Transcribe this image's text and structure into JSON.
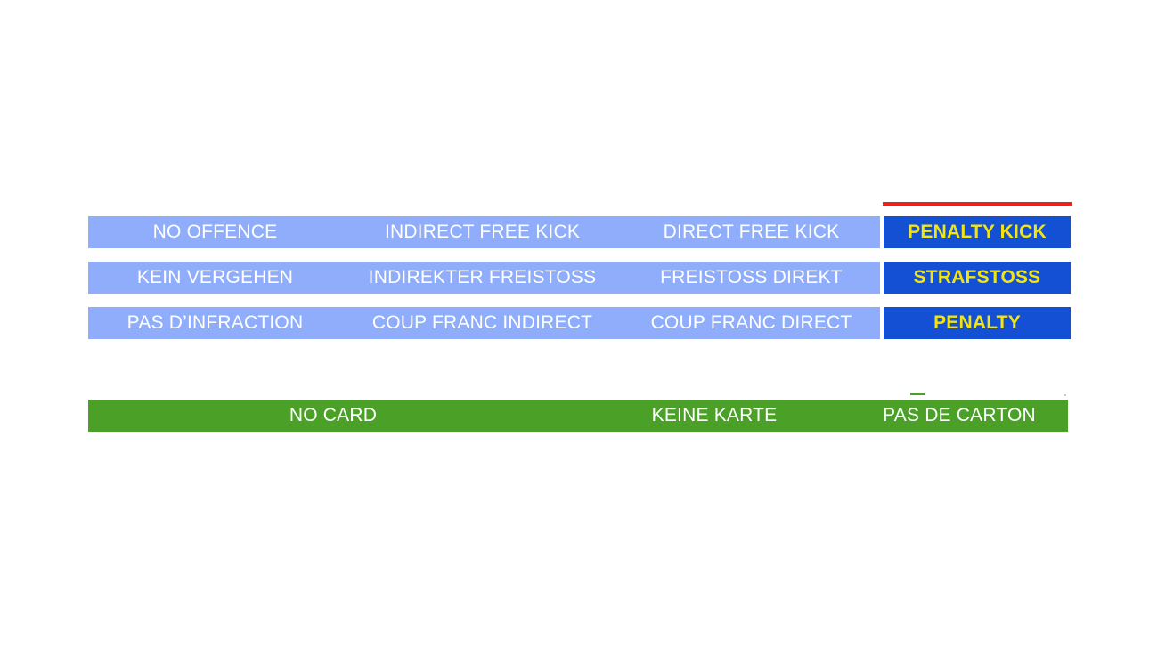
{
  "slide": {
    "background": "#ffffff",
    "colors": {
      "light_blue": "#8FADFA",
      "dark_blue": "#1450D4",
      "green": "#4BA027",
      "red_rule": "#E8221E",
      "yellow_text": "#F2E50F",
      "white_text": "#FFFFFF"
    }
  },
  "offence_table": {
    "columns": [
      "no-offence",
      "indirect-free-kick",
      "direct-free-kick",
      "penalty-kick"
    ],
    "rows": [
      {
        "language": "english",
        "no_offence": "NO OFFENCE",
        "indirect_free_kick": "INDIRECT FREE KICK",
        "direct_free_kick": "DIRECT FREE KICK",
        "penalty": "PENALTY KICK"
      },
      {
        "language": "german",
        "no_offence": "KEIN VERGEHEN",
        "indirect_free_kick": "INDIREKTER FREISTOSS",
        "direct_free_kick": "FREISTOSS DIREKT",
        "penalty": "STRAFSTOSS"
      },
      {
        "language": "french",
        "no_offence": "PAS D’INFRACTION",
        "indirect_free_kick": "COUP FRANC INDIRECT",
        "direct_free_kick": "COUP FRANC DIRECT",
        "penalty": "PENALTY"
      }
    ]
  },
  "card_band": {
    "cells": [
      {
        "language": "english",
        "label": "NO CARD"
      },
      {
        "language": "german",
        "label": "KEINE KARTE"
      },
      {
        "language": "french",
        "label": "PAS DE CARTON"
      }
    ]
  }
}
